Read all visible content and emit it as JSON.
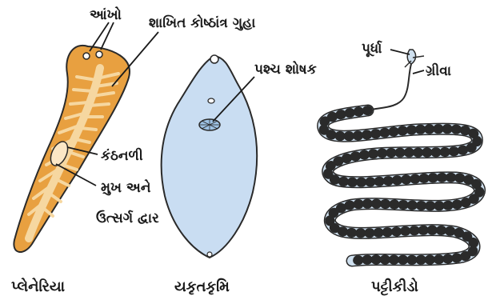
{
  "figure": {
    "labels": {
      "eyes": "આંખો",
      "gut": "શાખિત કોષ્ઠાંત્ર ગુહા",
      "pharynx": "કંઠનળી",
      "mouth_line1": "મુખ અને",
      "mouth_line2": "ઉત્સર્ગ દ્વાર",
      "sucker": "પશ્ચ શોષક",
      "scolex": "પૂર્ધા",
      "neck": "ગ્રીવા"
    },
    "captions": {
      "planaria": "પ્લેનેરિયા",
      "liver_fluke": "યકૃતકૃમિ",
      "tapeworm": "પટ્ટીકીડો"
    },
    "colors": {
      "planaria_body": "#e8a040",
      "planaria_gut": "#f6d7a0",
      "fluke_body": "#c9ddf2",
      "tapeworm_body": "#cfe0ef",
      "outline": "#2a2a2a"
    }
  }
}
